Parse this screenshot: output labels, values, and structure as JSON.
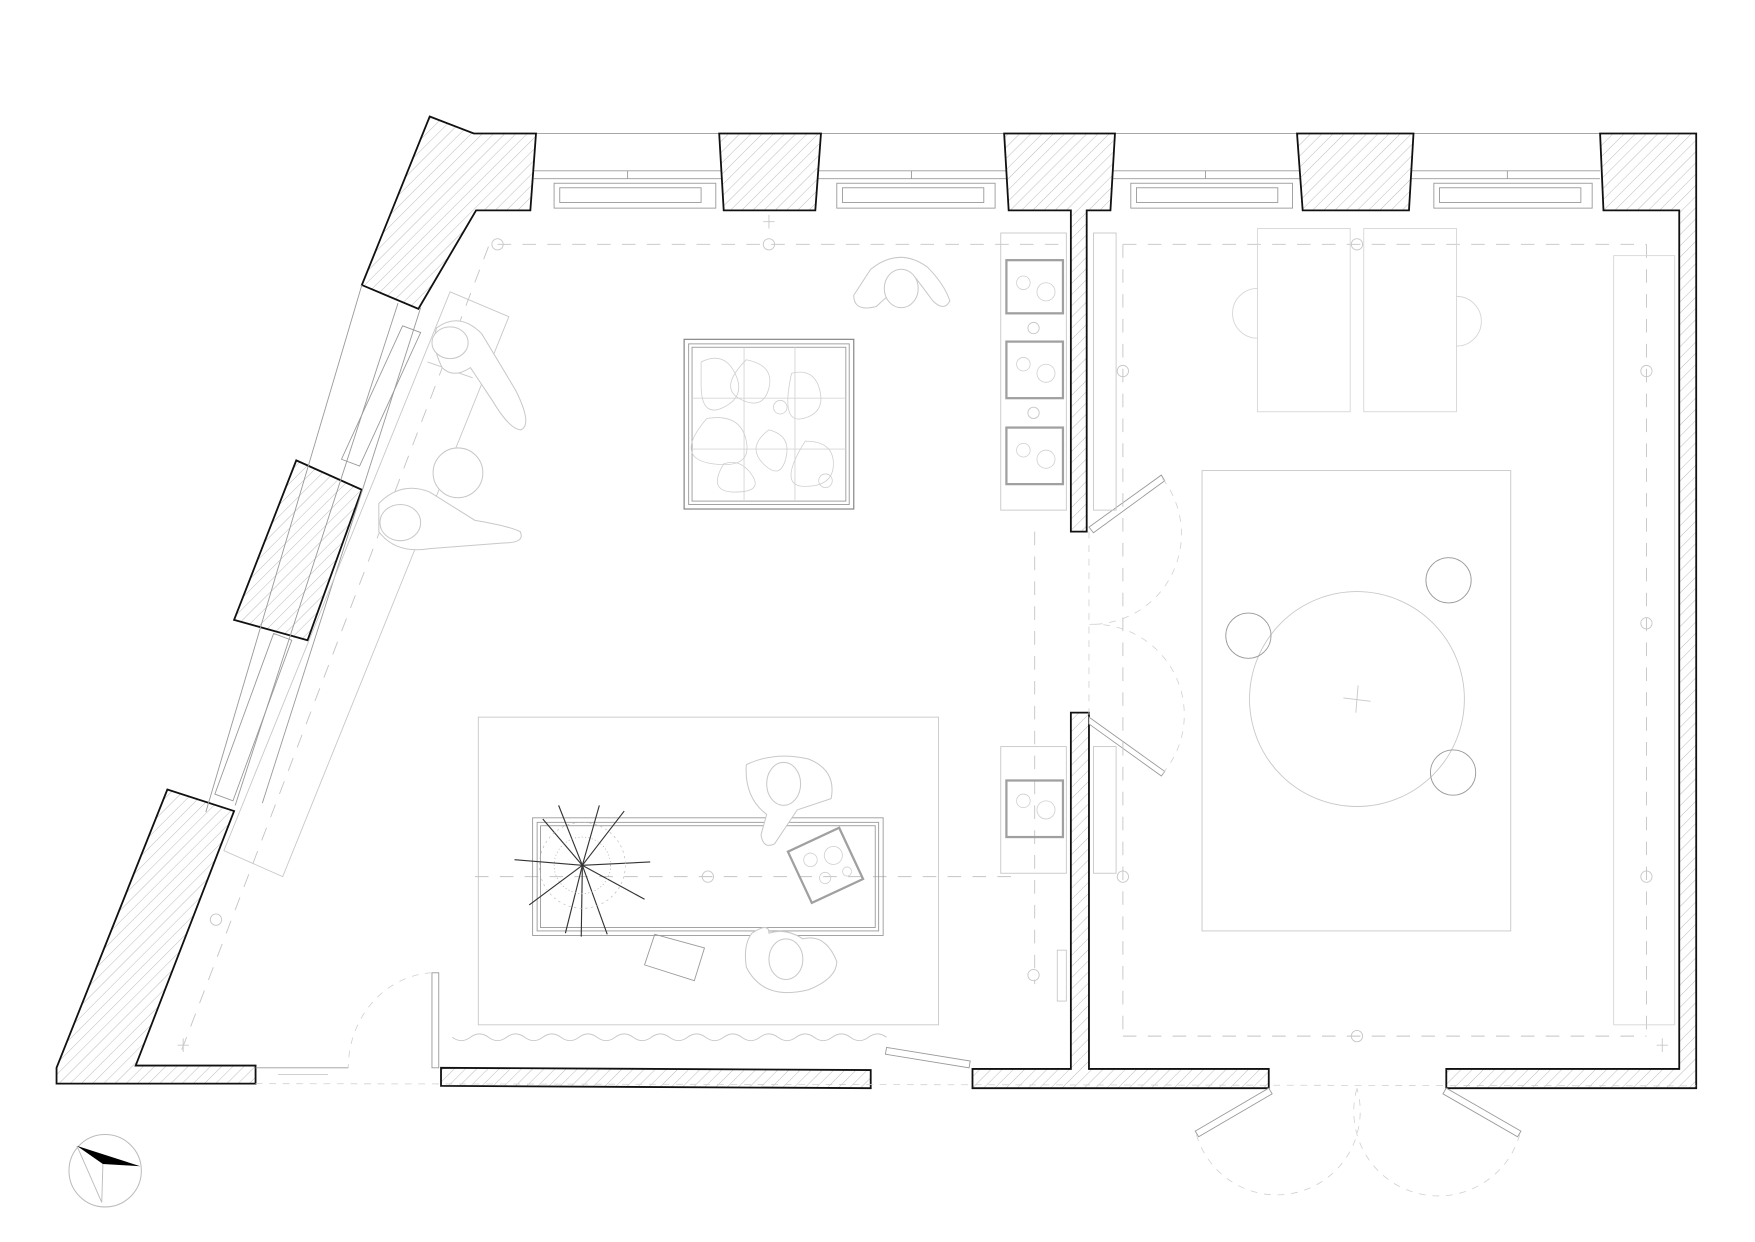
{
  "drawing": {
    "type": "architectural-floor-plan",
    "title": "",
    "view": "plan",
    "north_arrow": {
      "icon": "north-arrow-icon",
      "position": "bottom-left"
    },
    "colors": {
      "wall_outline": "#111111",
      "hatch": "#bdbdbd",
      "furniture": "#c8c8c8",
      "background": "#ffffff"
    },
    "rooms": [
      {
        "id": "room-west",
        "shape": "trapezoid",
        "features": [
          "slanted-west-wall",
          "display-case-square",
          "display-table-long",
          "display-niches-3",
          "persons-4",
          "entrance-door-southwest"
        ]
      },
      {
        "id": "room-east",
        "shape": "rectangle",
        "features": [
          "round-table",
          "stools-3",
          "rug",
          "tables-2",
          "chairs-2",
          "wall-bench-east",
          "double-door-south"
        ]
      }
    ],
    "openings": {
      "windows_north": 4,
      "windows_west": 2,
      "double_door_between_rooms": 1,
      "double_door_south_exterior": 1,
      "single_door_southwest": 1
    },
    "legend": []
  }
}
